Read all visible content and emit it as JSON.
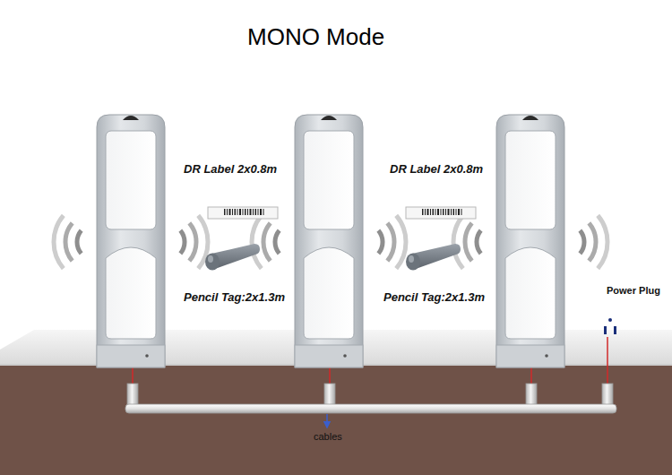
{
  "diagram": {
    "title": "MONO Mode",
    "labels": [
      "DR Label 2x0.8m",
      "DR Label 2x0.8m",
      "Pencil Tag:2x1.3m",
      "Pencil Tag:2x1.3m",
      "Power Plug",
      "cables"
    ]
  }
}
